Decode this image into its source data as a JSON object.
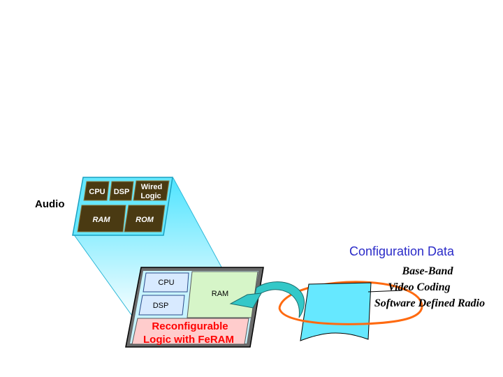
{
  "labels": {
    "audio": "Audio",
    "configuration_data": "Configuration Data"
  },
  "audio_chip": {
    "cpu": "CPU",
    "dsp": "DSP",
    "wired_logic_line1": "Wired",
    "wired_logic_line2": "Logic",
    "ram": "RAM",
    "rom": "ROM"
  },
  "reconfig_chip": {
    "cpu": "CPU",
    "dsp": "DSP",
    "ram": "RAM",
    "title_line1": "Reconfigurable",
    "title_line2": "Logic with FeRAM"
  },
  "config_items": [
    "Base-Band",
    "Video Coding",
    "Software Defined Radio"
  ],
  "colors": {
    "cyan": "#66e8ff",
    "dark_olive": "#4a3a12",
    "chip_gray": "#6a6a6a",
    "light_blue": "#d8eaff",
    "light_green": "#d6f5c8",
    "pink": "#ffcccc",
    "red_text": "#ff0000",
    "blue_text": "#2a2ac8",
    "orange": "#ff6a10",
    "teal_arrow": "#33c8c8"
  }
}
